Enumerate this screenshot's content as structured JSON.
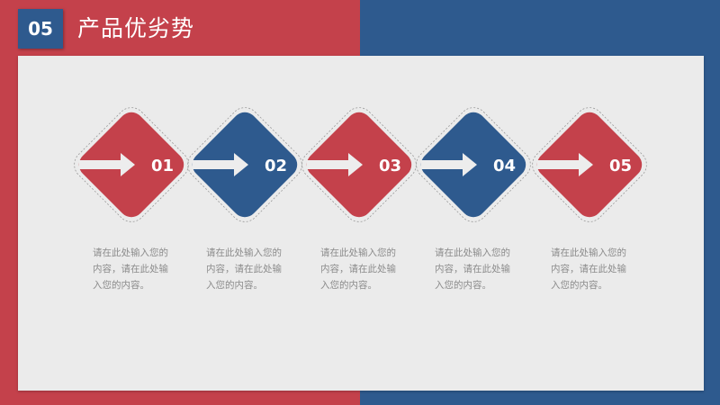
{
  "header": {
    "section_number": "05",
    "title": "产品优劣势"
  },
  "colors": {
    "red": "#c4414b",
    "blue": "#2e5a8e",
    "panel": "#ebebeb",
    "text_gray": "#8c8c8c"
  },
  "steps": [
    {
      "number": "01",
      "color": "red",
      "icon": "arrow-right-icon",
      "description": "请在此处输入您的内容，请在此处输入您的内容。"
    },
    {
      "number": "02",
      "color": "blue",
      "icon": "arrow-right-icon",
      "description": "请在此处输入您的内容，请在此处输入您的内容。"
    },
    {
      "number": "03",
      "color": "red",
      "icon": "arrow-right-icon",
      "description": "请在此处输入您的内容，请在此处输入您的内容。"
    },
    {
      "number": "04",
      "color": "blue",
      "icon": "arrow-right-icon",
      "description": "请在此处输入您的内容，请在此处输入您的内容。"
    },
    {
      "number": "05",
      "color": "red",
      "icon": "arrow-right-icon",
      "description": "请在此处输入您的内容，请在此处输入您的内容。"
    }
  ]
}
